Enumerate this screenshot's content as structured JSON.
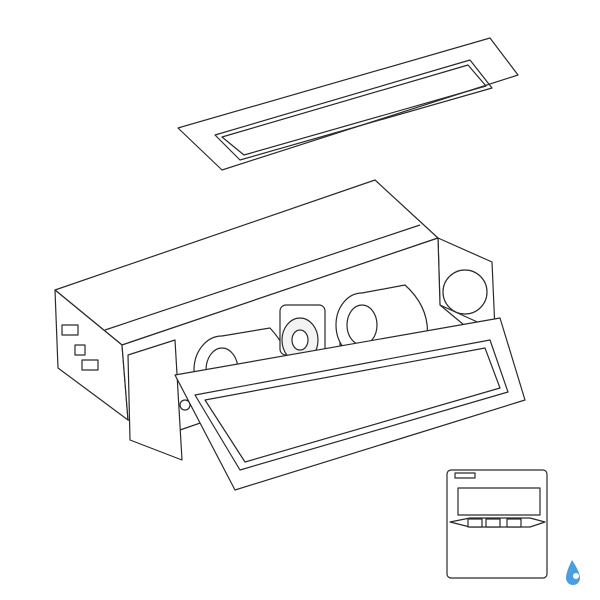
{
  "colors": {
    "line": "#2a2a2a",
    "fill": "#ffffff",
    "blower_housing_highlight": "#a9cfe8",
    "logo_blue": "#4a9fe0"
  },
  "icons": {
    "logo": "water-drop-logo"
  },
  "remote_controller": {
    "buttons": [
      "down-arrow",
      "up-arrow",
      "mode"
    ]
  }
}
